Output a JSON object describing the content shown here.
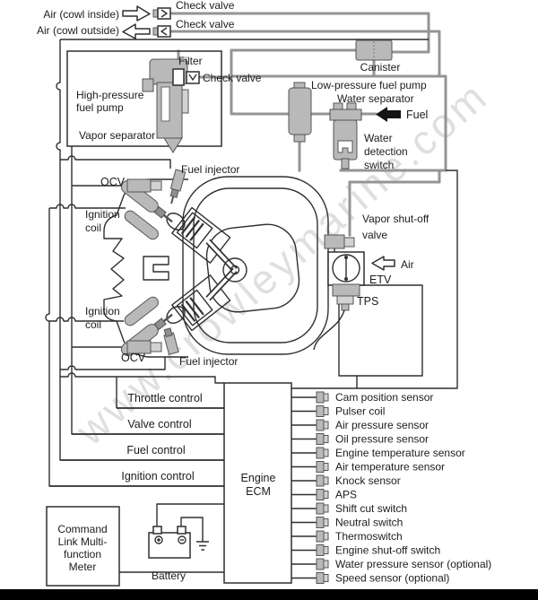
{
  "watermark": "www.crowleymarine.com",
  "colors": {
    "ink": "#1c1c1c",
    "line": "#2f2f2f",
    "pipe": "#949494",
    "metal": "#b9b9b9",
    "wm": "#c6c6c6",
    "bar": "#000000",
    "bg": "#ffffff"
  },
  "top": {
    "air_inside": "Air (cowl inside)",
    "air_outside": "Air (cowl outside)",
    "check_valves": [
      "Check valve",
      "Check valve",
      "Check valve"
    ],
    "filter": "Filter"
  },
  "fuel": {
    "hp_pump_lines": [
      "High-pressure",
      "fuel pump"
    ],
    "vapor_separator": "Vapor separator",
    "canister": "Canister",
    "lp_pump": "Low-pressure fuel pump",
    "water_separator": "Water separator",
    "fuel": "Fuel",
    "water_switch_lines": [
      "Water",
      "detection",
      "switch"
    ]
  },
  "engine": {
    "injectors": [
      "Fuel injector",
      "Fuel injector"
    ],
    "ocv": [
      "OCV",
      "OCV"
    ],
    "coil_lines": [
      "Ignition",
      "coil"
    ],
    "vapor_valve_lines": [
      "Vapor shut-off",
      "valve"
    ],
    "air": "Air",
    "etv": "ETV",
    "tps": "TPS"
  },
  "controls": [
    "Throttle control",
    "Valve control",
    "Fuel control",
    "Ignition control"
  ],
  "ecm_lines": [
    "Engine",
    "ECM"
  ],
  "sensors": [
    "Cam position sensor",
    "Pulser coil",
    "Air pressure sensor",
    "Oil pressure sensor",
    "Engine temperature sensor",
    "Air temperature sensor",
    "Knock sensor",
    "APS",
    "Shift cut switch",
    "Neutral switch",
    "Thermoswitch",
    "Engine shut-off switch",
    "Water pressure sensor (optional)",
    "Speed sensor (optional)"
  ],
  "bottom": {
    "meter_lines": [
      "Command",
      "Link Multi-",
      "function",
      "Meter"
    ],
    "battery": "Battery"
  }
}
